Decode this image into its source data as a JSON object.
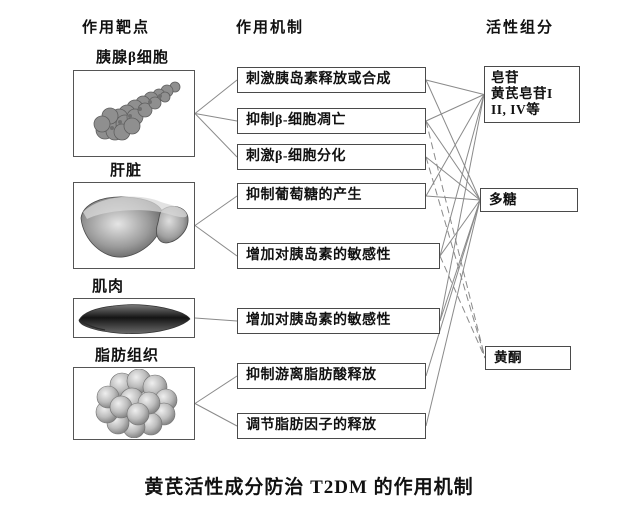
{
  "columns": {
    "targets_header": "作用靶点",
    "mechanisms_header": "作用机制",
    "components_header": "活性组分"
  },
  "targets": [
    {
      "id": "pancreas",
      "label": "胰腺β细胞"
    },
    {
      "id": "liver",
      "label": "肝脏"
    },
    {
      "id": "muscle",
      "label": "肌肉"
    },
    {
      "id": "adipose",
      "label": "脂肪组织"
    }
  ],
  "mechanisms": [
    {
      "id": "m0",
      "label": "刺激胰岛素释放或合成"
    },
    {
      "id": "m1",
      "label": "抑制β-细胞凋亡"
    },
    {
      "id": "m2",
      "label": "刺激β-细胞分化"
    },
    {
      "id": "m3",
      "label": "抑制葡萄糖的产生"
    },
    {
      "id": "m4",
      "label": "增加对胰岛素的敏感性"
    },
    {
      "id": "m5",
      "label": "增加对胰岛素的敏感性"
    },
    {
      "id": "m6",
      "label": "抑制游离脂肪酸释放"
    },
    {
      "id": "m7",
      "label": "调节脂肪因子的释放"
    }
  ],
  "components": [
    {
      "id": "saponin",
      "line1": "皂苷",
      "line2": "黄芪皂苷I",
      "line3": "II, IV等"
    },
    {
      "id": "polysaccharide",
      "label": "多糖"
    },
    {
      "id": "flavone",
      "label": "黄酮"
    }
  ],
  "connections": {
    "target_to_mechanism": [
      {
        "from": "pancreas",
        "to": "m0"
      },
      {
        "from": "pancreas",
        "to": "m1"
      },
      {
        "from": "pancreas",
        "to": "m2"
      },
      {
        "from": "liver",
        "to": "m3"
      },
      {
        "from": "liver",
        "to": "m4"
      },
      {
        "from": "muscle",
        "to": "m5"
      },
      {
        "from": "adipose",
        "to": "m6"
      },
      {
        "from": "adipose",
        "to": "m7"
      }
    ],
    "mechanism_to_component": [
      {
        "from": "m0",
        "to": "saponin",
        "style": "solid"
      },
      {
        "from": "m1",
        "to": "saponin",
        "style": "solid"
      },
      {
        "from": "m3",
        "to": "saponin",
        "style": "solid"
      },
      {
        "from": "m4",
        "to": "saponin",
        "style": "solid"
      },
      {
        "from": "m5",
        "to": "saponin",
        "style": "solid"
      },
      {
        "from": "m0",
        "to": "polysaccharide",
        "style": "solid"
      },
      {
        "from": "m1",
        "to": "polysaccharide",
        "style": "solid"
      },
      {
        "from": "m2",
        "to": "polysaccharide",
        "style": "solid"
      },
      {
        "from": "m3",
        "to": "polysaccharide",
        "style": "solid"
      },
      {
        "from": "m4",
        "to": "polysaccharide",
        "style": "solid"
      },
      {
        "from": "m5",
        "to": "polysaccharide",
        "style": "solid"
      },
      {
        "from": "m6",
        "to": "polysaccharide",
        "style": "solid"
      },
      {
        "from": "m7",
        "to": "polysaccharide",
        "style": "solid"
      },
      {
        "from": "m1",
        "to": "flavone",
        "style": "dashed"
      },
      {
        "from": "m2",
        "to": "flavone",
        "style": "dashed"
      },
      {
        "from": "m4",
        "to": "flavone",
        "style": "dashed"
      }
    ]
  },
  "caption": "黄芪活性成分防治 T2DM 的作用机制",
  "colors": {
    "line": "#8a8a8a",
    "box_border": "#4a4a4a",
    "text": "#111111",
    "background": "#ffffff"
  }
}
